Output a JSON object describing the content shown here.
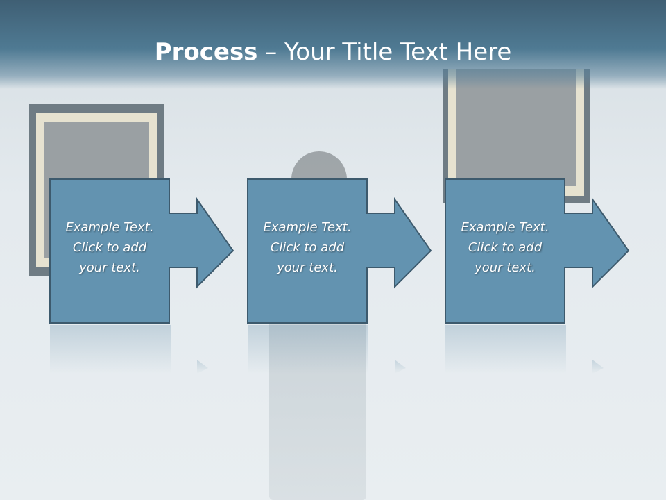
{
  "slide": {
    "title_bold": "Process",
    "title_rest": " – Your Title Text Here"
  },
  "colors": {
    "box_fill": "#6393b0",
    "box_stroke": "#3d5a6d",
    "header": "#4a7189"
  },
  "steps": [
    {
      "line1": "Example Text.",
      "line2": "Click  to add",
      "line3": "your text."
    },
    {
      "line1": "Example Text.",
      "line2": "Click  to add",
      "line3": "your text."
    },
    {
      "line1": "Example Text.",
      "line2": "Click  to add",
      "line3": "your text."
    }
  ]
}
